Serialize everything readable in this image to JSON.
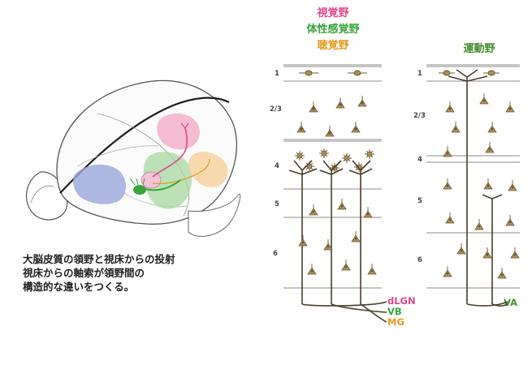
{
  "headers": {
    "visual": "視覚野",
    "somatosensory": "体性感覚野",
    "auditory": "聴覚野",
    "motor": "運動野"
  },
  "caption": [
    "大脳皮質の領野と視床からの投射",
    "視床からの軸索が領野間の",
    "構造的な違いをつくる。"
  ],
  "layer_labels": [
    "1",
    "2/3",
    "4",
    "5",
    "6"
  ],
  "inputs": {
    "dlgn": "dLGN",
    "vb": "VB",
    "mg": "MG",
    "va": "VA"
  },
  "colors": {
    "visual": "#e0468c",
    "somatosensory": "#3aa33c",
    "auditory": "#e39a22",
    "motor": "#3f8f2c",
    "axon": "#4a3f2c",
    "neuron": "#9c8452"
  }
}
